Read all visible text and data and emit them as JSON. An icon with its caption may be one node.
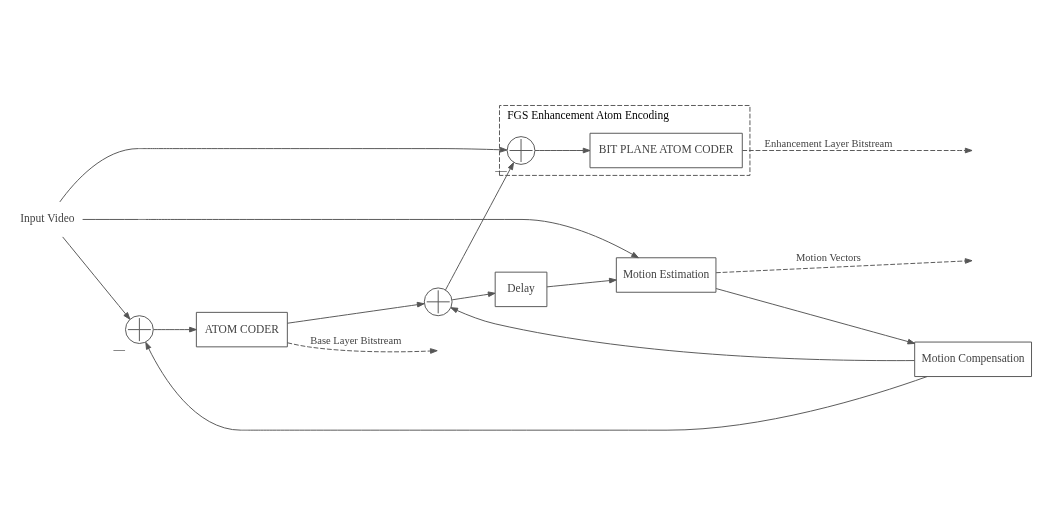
{
  "diagram": {
    "nodes": [
      {
        "text": [
          "FGS Enhancement Atom Encoding"
        ]
      },
      {
        "text": [],
        "shape": "circle",
        "in": 0,
        "beside": [
          "—"
        ]
      },
      {
        "text": [
          "BIT PLANE ATOM CODER"
        ],
        "in": 0
      },
      {
        "text": [
          "Input Video"
        ]
      },
      {
        "text": [],
        "shape": "circle",
        "beside": [
          "—"
        ]
      },
      {
        "text": [
          "ATOM CODER"
        ]
      },
      {
        "text": [],
        "shape": "circle"
      },
      {
        "text": [
          "Motion Compensation"
        ]
      },
      {
        "text": [
          "Motion Estimation"
        ]
      },
      {
        "text": [
          "Delay"
        ]
      }
    ],
    "edges": [
      {
        "from": 3,
        "to": 4,
        "arrow": "to"
      },
      {
        "from": 3,
        "to": 1,
        "arrow": "to"
      },
      {
        "from": 3,
        "to": 8,
        "arrow": "to"
      },
      {
        "from": 1,
        "to": 2,
        "arrow": "to"
      },
      {
        "from": 2,
        "to": null,
        "arrow": "to",
        "style": "dashed",
        "label": "Enhancement Layer Bitstream"
      },
      {
        "from": 4,
        "to": 5,
        "arrow": "to"
      },
      {
        "from": 5,
        "to": 6,
        "arrow": "to"
      },
      {
        "from": 7,
        "to": 4,
        "arrow": "to"
      },
      {
        "from": 7,
        "to": 6,
        "arrow": "to"
      },
      {
        "from": 6,
        "to": 1,
        "arrow": "to"
      },
      {
        "from": 6,
        "to": 9,
        "arrow": "to"
      },
      {
        "from": 9,
        "to": 8,
        "arrow": "to"
      },
      {
        "from": 8,
        "to": 7,
        "arrow": "to"
      },
      {
        "from": 5,
        "to": null,
        "arrow": "to",
        "style": "dashed",
        "label": "Base Layer Bitstream"
      },
      {
        "from": 8,
        "to": null,
        "arrow": "to",
        "style": "dashed",
        "label": "Motion Vectors"
      }
    ]
  }
}
